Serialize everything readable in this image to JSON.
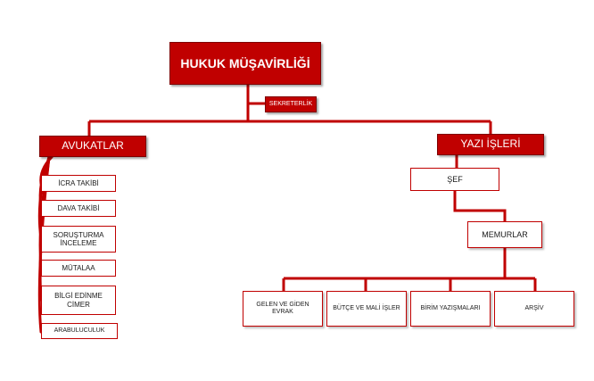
{
  "colors": {
    "accent": "#c00000",
    "text": "#1a1a1a"
  },
  "root": {
    "label": "HUKUK MÜŞAVİRLİĞİ"
  },
  "secretary": {
    "label": "SEKRETERLİK"
  },
  "lawyers": {
    "label": "AVUKATLAR",
    "items": [
      {
        "label": "İCRA TAKİBİ"
      },
      {
        "label": "DAVA TAKİBİ"
      },
      {
        "label": "SORUŞTURMA\nİNCELEME"
      },
      {
        "label": "MÜTALAA"
      },
      {
        "label": "BİLGİ EDİNME\nCİMER"
      },
      {
        "label": "ARABULUCULUK"
      }
    ]
  },
  "clerical": {
    "label": "YAZI İŞLERİ",
    "chief": {
      "label": "ŞEF"
    },
    "officers": {
      "label": "MEMURLAR"
    },
    "units": [
      {
        "label": "GELEN VE GİDEN\nEVRAK"
      },
      {
        "label": "BÜTÇE VE MALİ İŞLER"
      },
      {
        "label": "BİRİM YAZIŞMALARI"
      },
      {
        "label": "ARŞİV"
      }
    ]
  }
}
